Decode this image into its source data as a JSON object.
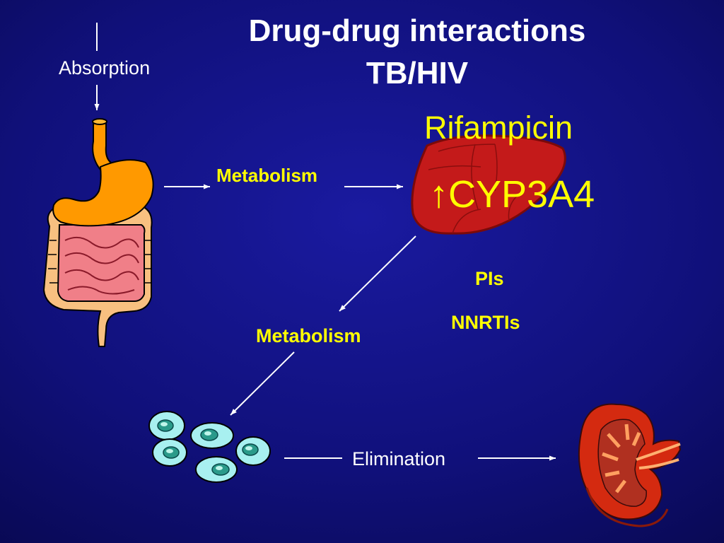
{
  "slide": {
    "title_line1": "Drug-drug interactions",
    "title_line2": "TB/HIV",
    "labels": {
      "absorption": "Absorption",
      "metabolism_top": "Metabolism",
      "metabolism_bottom": "Metabolism",
      "rifampicin": "Rifampicin",
      "cyp_arrow": "↑",
      "cyp": "CYP3A4",
      "pis": "PIs",
      "nnrtis": "NNRTIs",
      "elimination": "Elimination"
    },
    "colors": {
      "background": "#10107a",
      "title": "#ffffff",
      "highlight": "#ffff00",
      "liver": "#c41a1a",
      "stomach": "#ff9900",
      "intestine": "#f8c080",
      "kidney": "#d42a10",
      "cell": "#a8f0f0"
    },
    "icons": [
      "gi-tract-icon",
      "liver-icon",
      "cells-icon",
      "kidney-icon"
    ]
  }
}
